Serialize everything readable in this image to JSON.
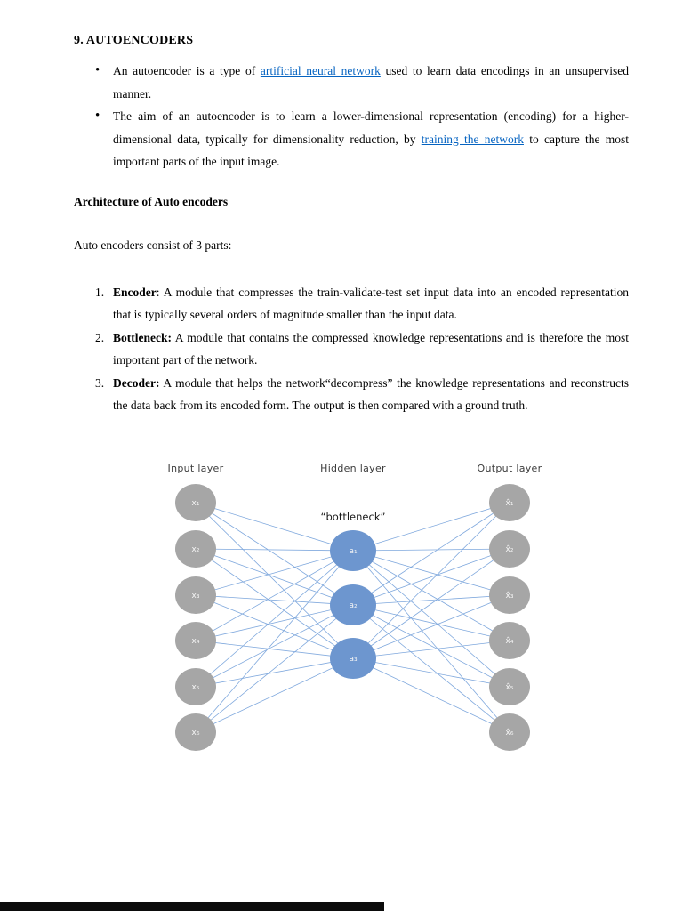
{
  "document": {
    "heading": "9. AUTOENCODERS",
    "bullets": {
      "b1": {
        "pre": "An autoencoder is a type of ",
        "link": "artificial neural network",
        "post": " used to learn data encodings in an unsupervised manner."
      },
      "b2": {
        "pre": "The aim of an autoencoder is to learn a lower-dimensional representation (encoding) for a higher-dimensional data, typically for dimensionality reduction, by ",
        "link": "training the network",
        "post": " to capture the most important parts of the input image."
      }
    },
    "architecture_heading": "Architecture of Auto encoders",
    "intro": "Auto encoders consist of 3 parts:",
    "items": {
      "i1": {
        "bold": "Encoder",
        "rest": ": A module that compresses the train-validate-test set input data into an encoded representation that is typically several orders of magnitude smaller than the input data."
      },
      "i2": {
        "bold": "Bottleneck:",
        "rest": " A module that contains the compressed knowledge representations and is therefore the most important part of the network."
      },
      "i3": {
        "bold": "Decoder:",
        "rest": " A module that helps the network“decompress” the knowledge representations and reconstructs the data back from its encoded form. The output is then compared with a ground truth."
      }
    }
  },
  "diagram": {
    "input_label": "Input layer",
    "hidden_label": "Hidden layer",
    "output_label": "Output layer",
    "bottleneck_label": "“bottleneck”",
    "input_nodes": [
      "x₁",
      "x₂",
      "x₃",
      "x₄",
      "x₅",
      "x₆"
    ],
    "hidden_nodes": [
      "a₁",
      "a₂",
      "a₃"
    ],
    "output_nodes": [
      "x̂₁",
      "x̂₂",
      "x̂₃",
      "x̂₄",
      "x̂₅",
      "x̂₆"
    ],
    "colors": {
      "node_gray": "#a6a6a6",
      "node_blue": "#6d96cf",
      "edge": "#7fa8dd"
    }
  }
}
